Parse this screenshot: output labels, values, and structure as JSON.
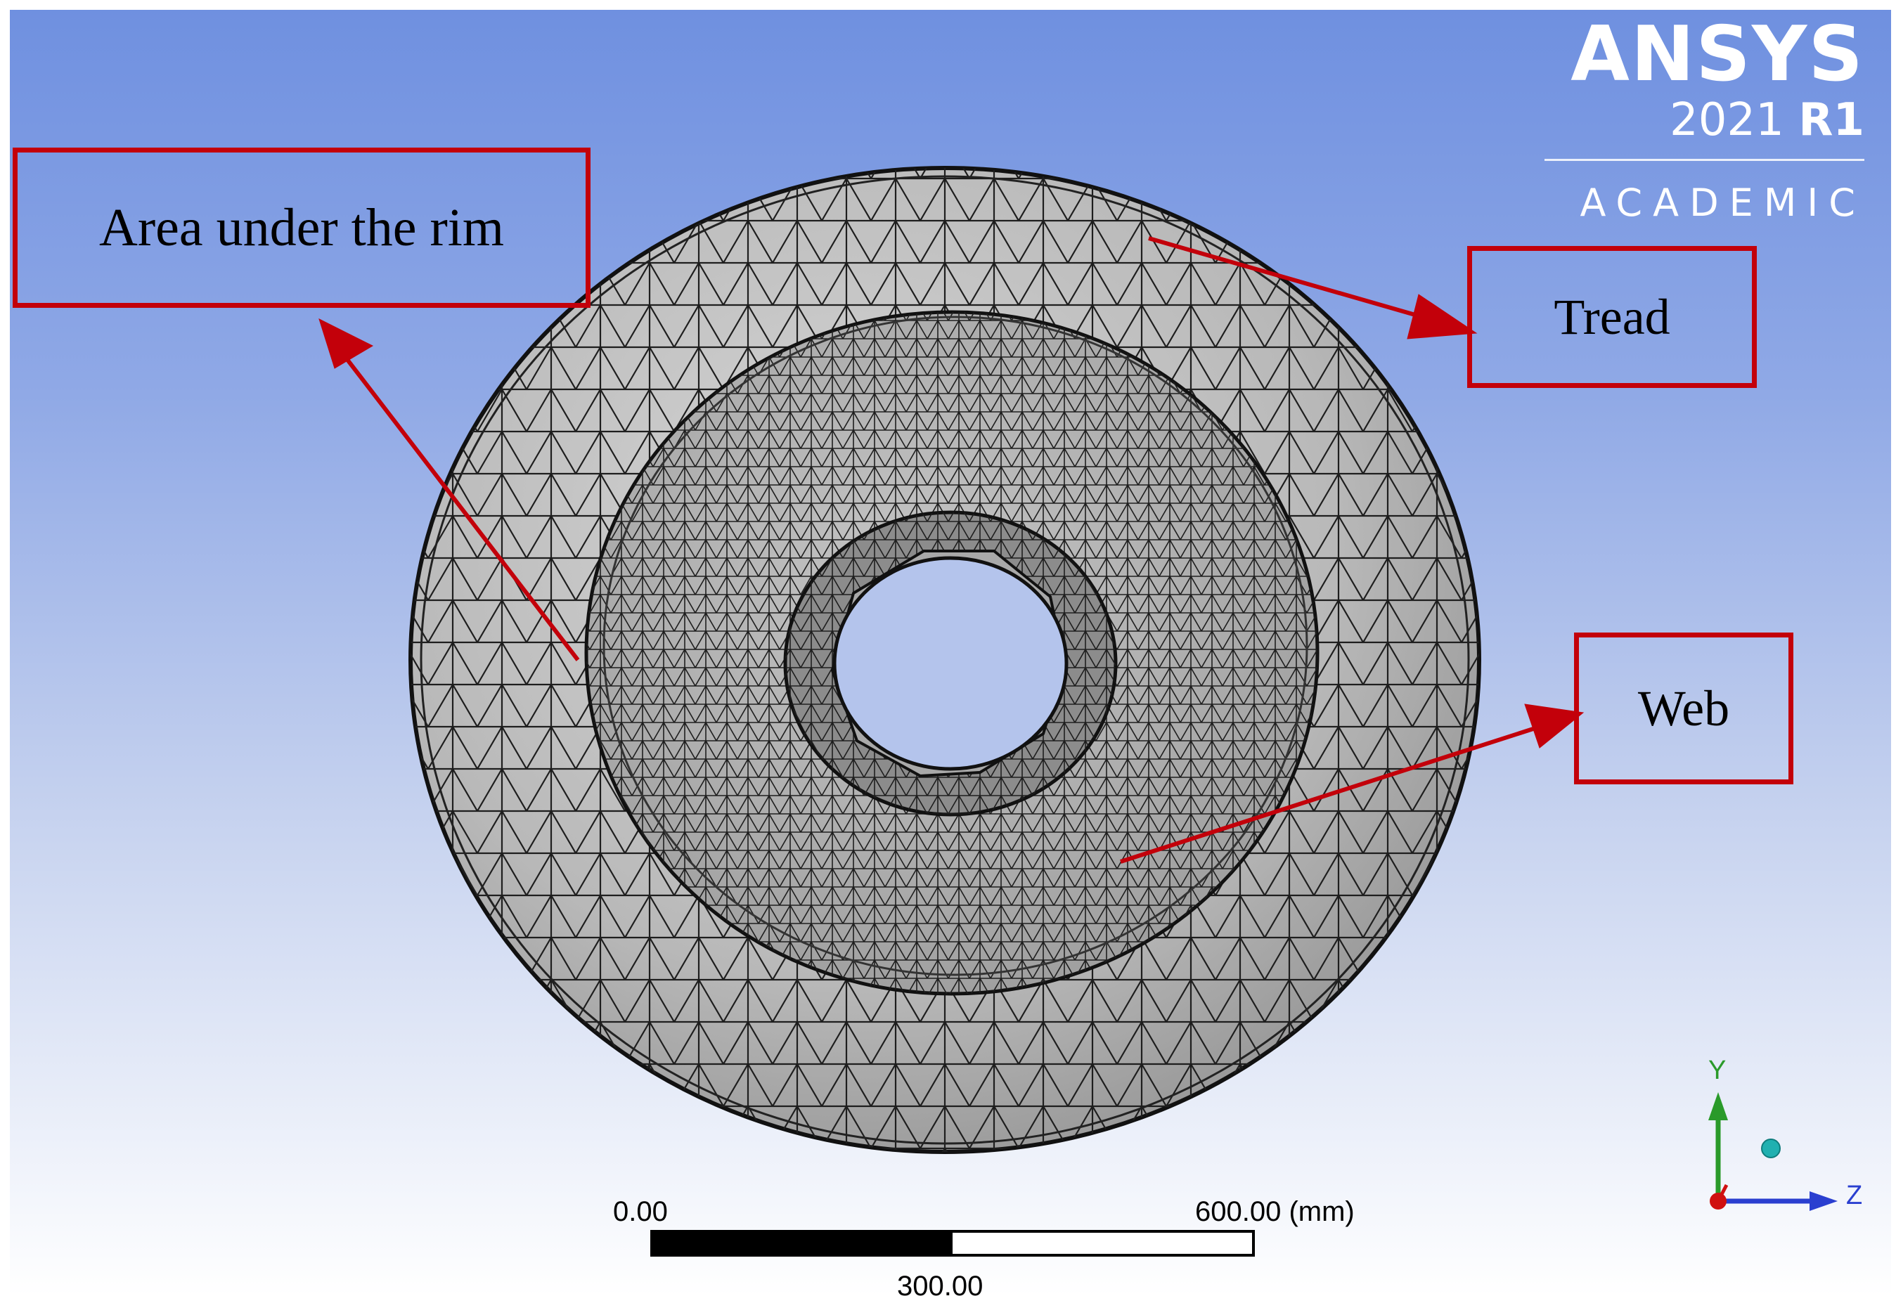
{
  "logo": {
    "brand": "ANSYS",
    "version_year": "2021",
    "version_release": "R1",
    "edition": "ACADEMIC"
  },
  "callouts": {
    "area_under_rim": "Area under the rim",
    "tread": "Tread",
    "web": "Web"
  },
  "scale_bar": {
    "left_label": "0.00",
    "right_label": "600.00 (mm)",
    "mid_label": "300.00"
  },
  "triad": {
    "y_label": "Y",
    "z_label": "Z"
  },
  "colors": {
    "callout_red": "#c3000a",
    "mesh_face": "#b9b9b9",
    "background_top": "#6f90e0",
    "triad_y": "#2a9a2a",
    "triad_z": "#2a3fd0",
    "triad_x": "#d01010",
    "triad_sphere": "#20b0b0"
  },
  "icons": {
    "brand_logo": "ansys-logo",
    "coordinate_triad": "xyz-triad-icon"
  }
}
